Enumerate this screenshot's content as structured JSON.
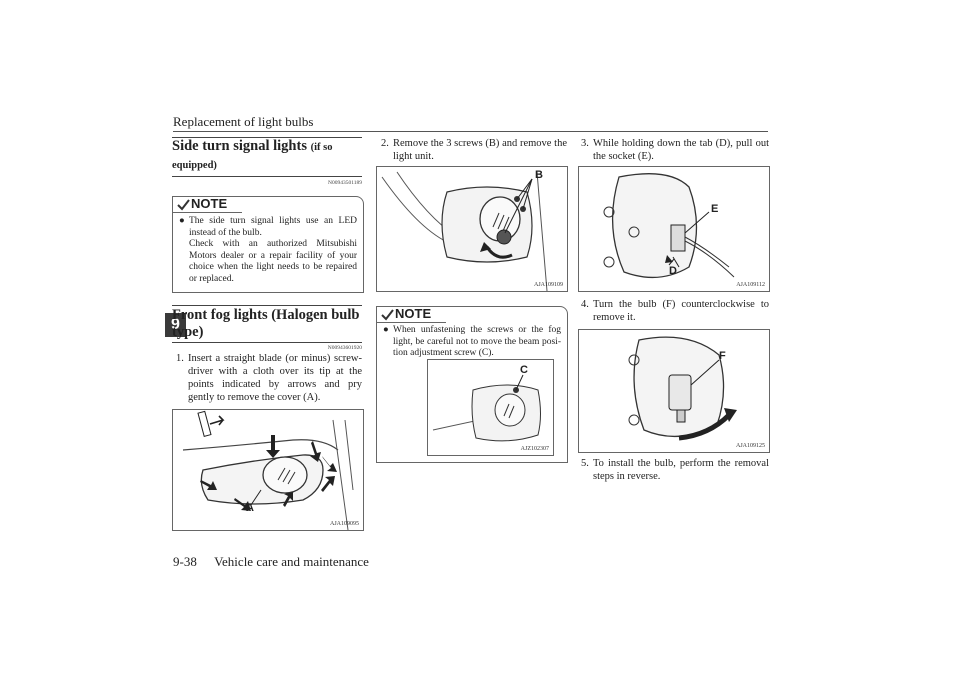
{
  "header": {
    "title": "Replacement of light bulbs"
  },
  "footer": {
    "page": "9-38",
    "section": "Vehicle care and maintenance"
  },
  "chapter_tab": "9",
  "left": {
    "heading1_main": "Side turn signal lights",
    "heading1_small": "(if so equipped)",
    "code1": "N00943501189",
    "note1_label": "NOTE",
    "note1_bullet": "●",
    "note1_lines": [
      "The side turn signal lights use an LED instead of the bulb.",
      "Check with an authorized Mitsubishi Motors dealer or a repair facility of your choice when the light needs to be repaired or replaced."
    ],
    "heading2": "Front fog lights (Halogen bulb type)",
    "code2": "N00943601920",
    "step1_num": "1.",
    "step1": "Insert a straight blade (or minus) screw-driver with a cloth over its tip at the points indicated by arrows and pry gently to remove the cover (A).",
    "fig1_code": "AJA109095",
    "fig1_label_a": "A"
  },
  "middle": {
    "step2_num": "2.",
    "step2": "Remove the 3 screws (B) and remove the light unit.",
    "fig2_code": "AJA109109",
    "fig2_label_b": "B",
    "note2_label": "NOTE",
    "note2_bullet": "●",
    "note2_text": "When unfastening the screws or the fog light, be careful not to move the beam posi-tion adjustment screw (C).",
    "fig3_code": "AJZ102307",
    "fig3_label_c": "C"
  },
  "right": {
    "step3_num": "3.",
    "step3": "While holding down the tab (D), pull out the socket (E).",
    "fig4_code": "AJA109112",
    "fig4_label_d": "D",
    "fig4_label_e": "E",
    "step4_num": "4.",
    "step4": "Turn the bulb (F) counterclockwise to remove it.",
    "fig5_code": "AJA109125",
    "fig5_label_f": "F",
    "step5_num": "5.",
    "step5": "To install the bulb, perform the removal steps in reverse."
  }
}
